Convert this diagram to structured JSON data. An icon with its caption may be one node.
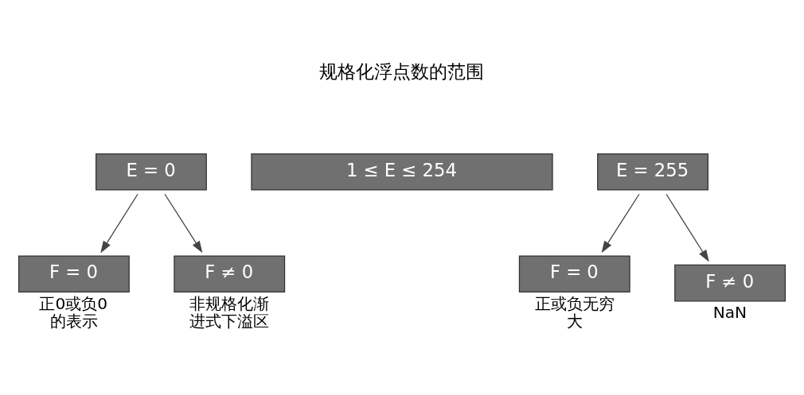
{
  "diagram": {
    "nodes": [
      {
        "text": [
          "E = 0"
        ]
      },
      {
        "text": [
          "1 ≤ E ≤ 254"
        ]
      },
      {
        "text": [
          "E = 255"
        ]
      },
      {
        "text": [
          "F = 0"
        ],
        "beside": [
          "正0或负0的表示"
        ]
      },
      {
        "text": [
          "F ≠ 0"
        ],
        "beside": [
          "非规格化渐进式下溢区"
        ]
      },
      {
        "text": [
          "F = 0"
        ],
        "beside": [
          "正或负无穷大"
        ]
      },
      {
        "text": [
          "F ≠ 0"
        ],
        "beside": [
          "NaN"
        ]
      }
    ],
    "edges": [
      {
        "from": 0,
        "to": 3,
        "arrow": "to"
      },
      {
        "from": 0,
        "to": 4,
        "arrow": "to"
      },
      {
        "from": 2,
        "to": 5,
        "arrow": "to"
      },
      {
        "from": 2,
        "to": 6,
        "arrow": "to"
      }
    ],
    "labels": [
      "规格化浮点数的范围"
    ]
  }
}
